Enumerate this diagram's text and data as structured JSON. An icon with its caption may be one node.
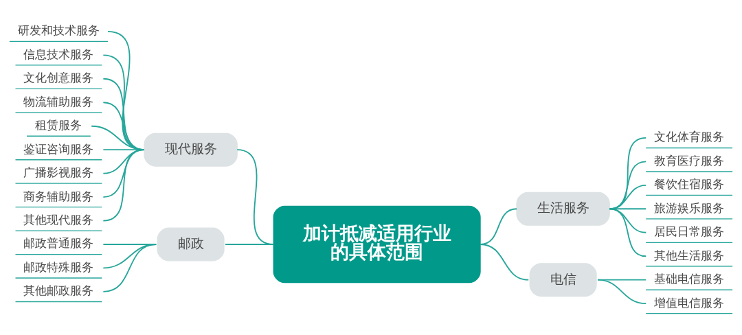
{
  "diagram": {
    "nodes": [
      {
        "text": [
          "加计抵减适用行业的具体范围"
        ]
      },
      {
        "text": [
          "现代服务"
        ]
      },
      {
        "text": [
          "研发和技术服务"
        ]
      },
      {
        "text": [
          "信息技术服务"
        ]
      },
      {
        "text": [
          "文化创意服务"
        ]
      },
      {
        "text": [
          "物流辅助服务"
        ]
      },
      {
        "text": [
          "租赁服务"
        ]
      },
      {
        "text": [
          "鉴证咨询服务"
        ]
      },
      {
        "text": [
          "广播影视服务"
        ]
      },
      {
        "text": [
          "商务辅助服务"
        ]
      },
      {
        "text": [
          "其他现代服务"
        ]
      },
      {
        "text": [
          "邮政"
        ]
      },
      {
        "text": [
          "邮政普通服务"
        ]
      },
      {
        "text": [
          "邮政特殊服务"
        ]
      },
      {
        "text": [
          "其他邮政服务"
        ]
      },
      {
        "text": [
          "生活服务"
        ]
      },
      {
        "text": [
          "文化体育服务"
        ]
      },
      {
        "text": [
          "教育医疗服务"
        ]
      },
      {
        "text": [
          "餐饮住宿服务"
        ]
      },
      {
        "text": [
          "旅游娱乐服务"
        ]
      },
      {
        "text": [
          "居民日常服务"
        ]
      },
      {
        "text": [
          "其他生活服务"
        ]
      },
      {
        "text": [
          "电信"
        ]
      },
      {
        "text": [
          "基础电信服务"
        ]
      },
      {
        "text": [
          "增值电信服务"
        ]
      }
    ],
    "edges": [
      {
        "from": 0,
        "to": 1,
        "arrow": "none"
      },
      {
        "from": 1,
        "to": 2,
        "arrow": "none"
      },
      {
        "from": 1,
        "to": 3,
        "arrow": "none"
      },
      {
        "from": 1,
        "to": 4,
        "arrow": "none"
      },
      {
        "from": 1,
        "to": 5,
        "arrow": "none"
      },
      {
        "from": 1,
        "to": 6,
        "arrow": "none"
      },
      {
        "from": 1,
        "to": 7,
        "arrow": "none"
      },
      {
        "from": 1,
        "to": 8,
        "arrow": "none"
      },
      {
        "from": 1,
        "to": 9,
        "arrow": "none"
      },
      {
        "from": 1,
        "to": 10,
        "arrow": "none"
      },
      {
        "from": 0,
        "to": 11,
        "arrow": "none"
      },
      {
        "from": 11,
        "to": 12,
        "arrow": "none"
      },
      {
        "from": 11,
        "to": 13,
        "arrow": "none"
      },
      {
        "from": 11,
        "to": 14,
        "arrow": "none"
      },
      {
        "from": 0,
        "to": 15,
        "arrow": "none"
      },
      {
        "from": 15,
        "to": 16,
        "arrow": "none"
      },
      {
        "from": 15,
        "to": 17,
        "arrow": "none"
      },
      {
        "from": 15,
        "to": 18,
        "arrow": "none"
      },
      {
        "from": 15,
        "to": 19,
        "arrow": "none"
      },
      {
        "from": 15,
        "to": 20,
        "arrow": "none"
      },
      {
        "from": 15,
        "to": 21,
        "arrow": "none"
      },
      {
        "from": 0,
        "to": 22,
        "arrow": "none"
      },
      {
        "from": 22,
        "to": 23,
        "arrow": "none"
      },
      {
        "from": 22,
        "to": 24,
        "arrow": "none"
      }
    ]
  }
}
